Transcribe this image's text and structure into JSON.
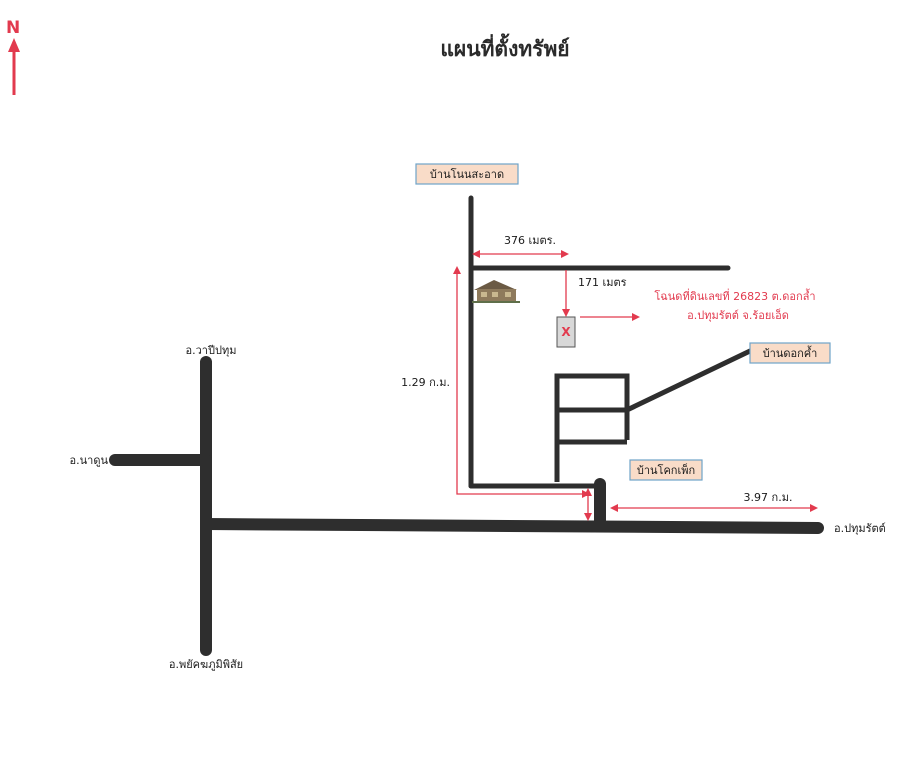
{
  "title": "แผนที่ตั้งทรัพย์",
  "north_label": "N",
  "colors": {
    "road": "#2e2e2e",
    "arrow": "#e23a4e",
    "label_box_fill": "#f9dcc8",
    "label_box_border": "#6fa3c9"
  },
  "places": {
    "ban_non_sa_at": "บ้านโนนสะอาด",
    "ban_dok_kham": "บ้านดอกค้ำ",
    "ban_khok_phek": "บ้านโคกเพ็ก"
  },
  "districts": {
    "wapi_pathum": "อ.วาปีปทุม",
    "na_dun": "อ.นาดูน",
    "phayakkhaphum_phisai": "อ.พยัคฆภูมิพิสัย",
    "pathum_rat": "อ.ปทุมรัตต์"
  },
  "distances": {
    "d376": "376 เมตร.",
    "d171": "171 เมตร",
    "d129": "1.29 ก.ม.",
    "d397": "3.97  ก.ม."
  },
  "deed": {
    "line1": "โฉนดที่ดินเลขที่ 26823  ต.ดอกล้ำ",
    "line2": "อ.ปทุมรัตต์  จ.ร้อยเอ็ด"
  },
  "plot_marker": "X"
}
